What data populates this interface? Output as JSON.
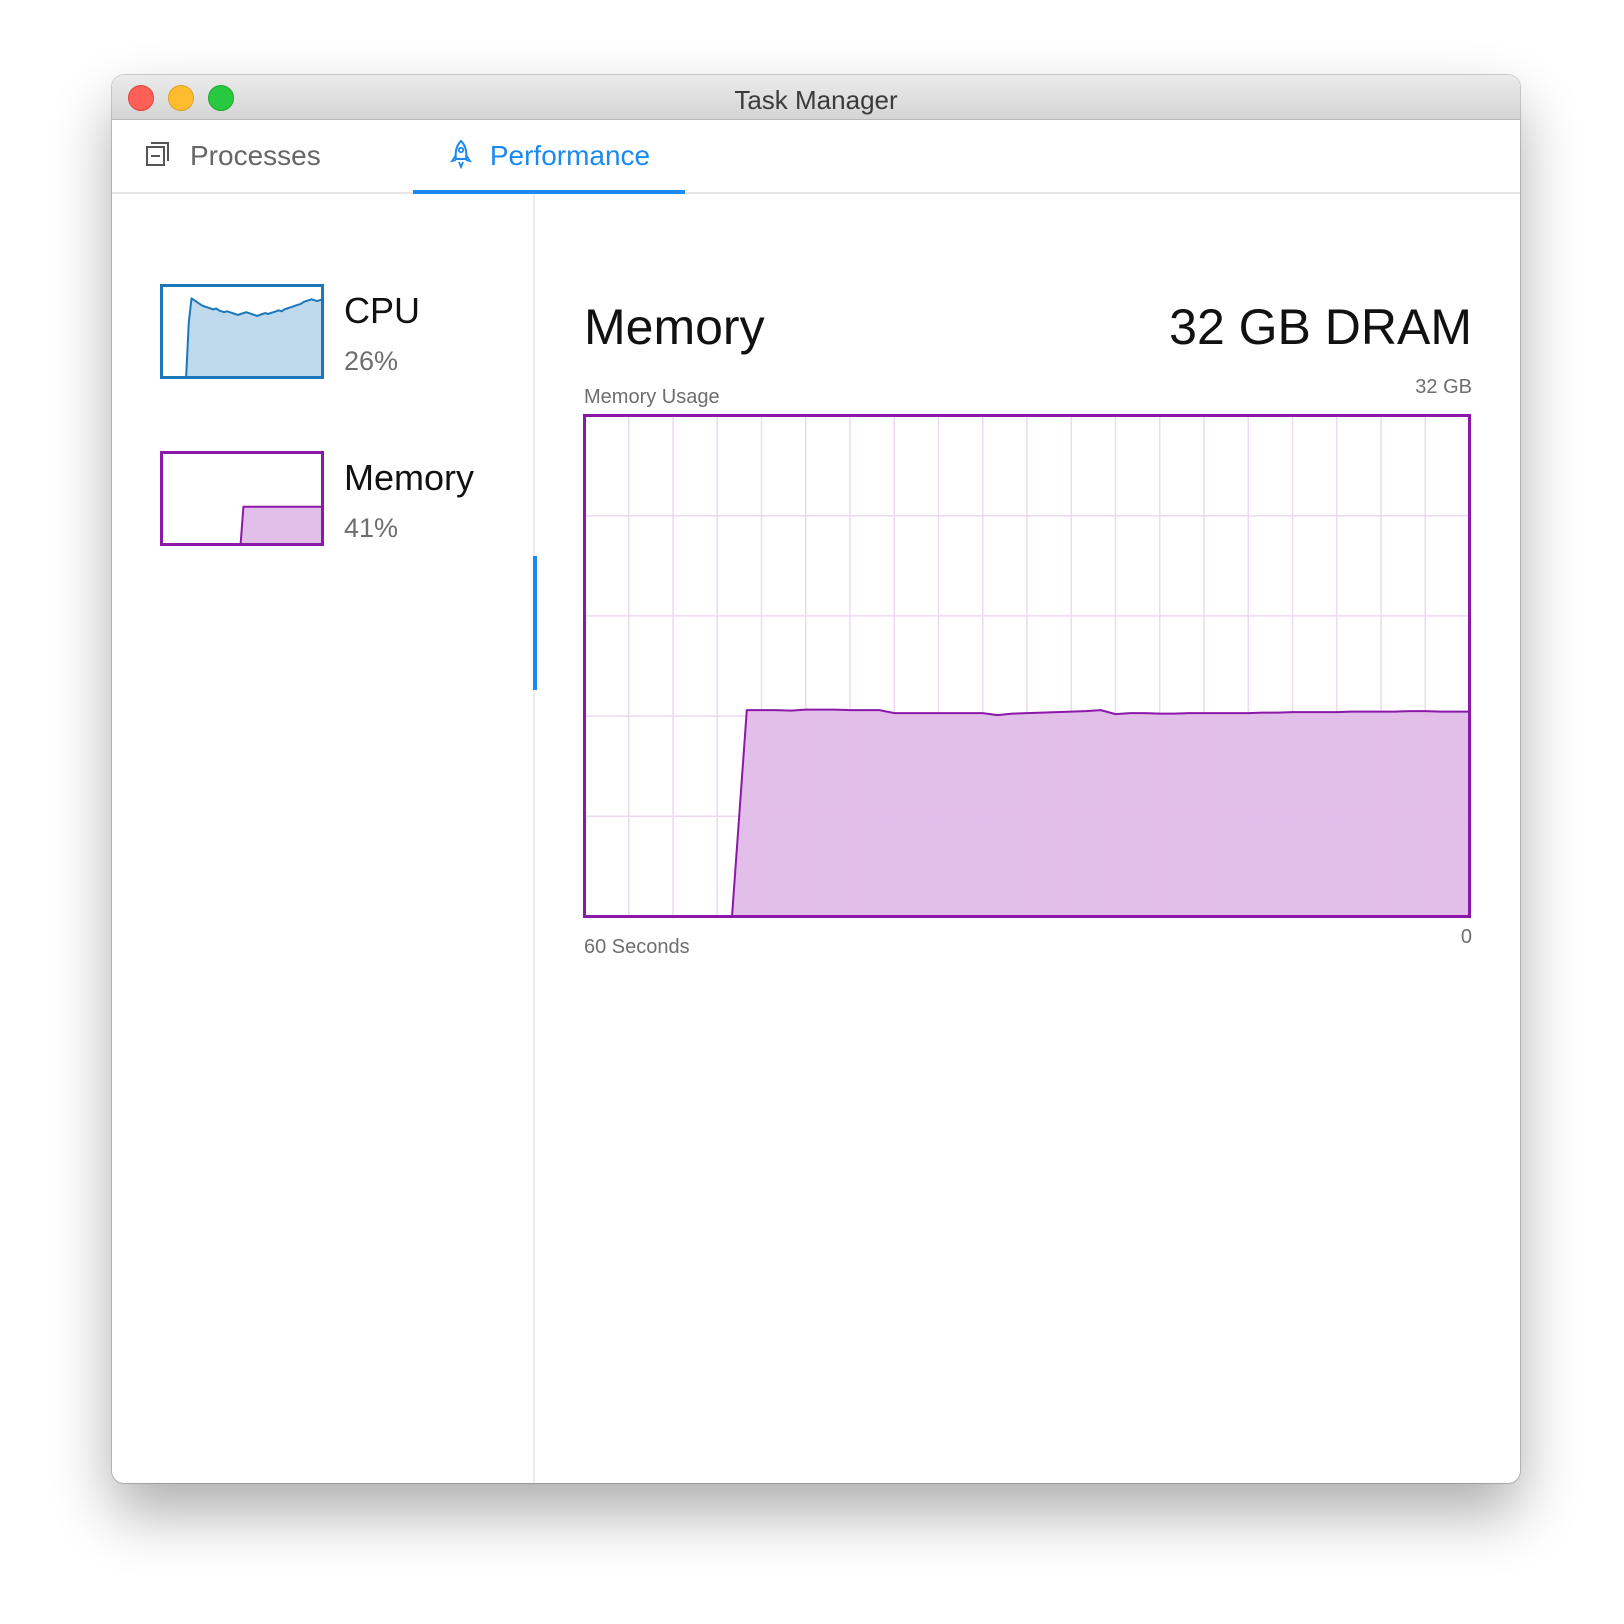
{
  "window": {
    "title": "Task Manager"
  },
  "tabs": [
    {
      "label": "Processes",
      "icon": "processes-icon",
      "active": false
    },
    {
      "label": "Performance",
      "icon": "rocket-icon",
      "active": true
    }
  ],
  "colors": {
    "accent": "#1a8af0",
    "cpu": "#1b77b8",
    "cpu_fill": "#bcd8ec",
    "memory": "#8b18a8",
    "memory_fill": "#e0bce8",
    "grid": "#edd9f2"
  },
  "sidebar": {
    "items": [
      {
        "name": "CPU",
        "value": "26%",
        "selected": false
      },
      {
        "name": "Memory",
        "value": "41%",
        "selected": true
      }
    ]
  },
  "detail": {
    "title": "Memory",
    "spec": "32 GB DRAM",
    "usage_label": "Memory Usage",
    "max_label": "32 GB",
    "time_label": "60 Seconds",
    "zero_label": "0"
  },
  "chart_data": [
    {
      "type": "area",
      "series": [
        {
          "values": [
            0,
            0,
            0,
            0,
            0,
            0,
            0,
            0,
            0,
            0,
            60,
            86,
            84,
            82,
            80,
            78,
            77,
            76,
            75,
            74,
            75,
            73,
            72,
            71,
            72,
            71,
            70,
            69,
            68,
            69,
            70,
            71,
            70,
            69,
            68,
            67,
            68,
            69,
            70,
            69,
            70,
            71,
            72,
            73,
            72,
            74,
            75,
            76,
            77,
            78,
            79,
            80,
            82,
            83,
            84,
            85,
            84,
            83,
            84,
            85
          ]
        }
      ],
      "ylim": [
        0,
        100
      ]
    },
    {
      "type": "area",
      "series": [
        {
          "values": [
            0,
            0,
            0,
            0,
            0,
            0,
            0,
            0,
            0,
            0,
            0,
            0,
            0,
            0,
            0,
            0,
            0,
            0,
            0,
            0,
            0,
            0,
            0,
            0,
            0,
            0,
            0,
            0,
            0,
            0,
            41,
            41,
            41,
            41,
            41,
            41,
            41,
            41,
            41,
            41,
            41,
            41,
            41,
            41,
            41,
            41,
            41,
            41,
            41,
            41,
            41,
            41,
            41,
            41,
            41,
            41,
            41,
            41,
            41,
            41
          ]
        }
      ],
      "ylim": [
        0,
        100
      ]
    },
    {
      "type": "area",
      "x": [
        0,
        1,
        2,
        3,
        4,
        5,
        6,
        7,
        8,
        9,
        10,
        11,
        12,
        13,
        14,
        15,
        16,
        17,
        18,
        19,
        20,
        21,
        22,
        23,
        24,
        25,
        26,
        27,
        28,
        29,
        30,
        31,
        32,
        33,
        34,
        35,
        36,
        37,
        38,
        39,
        40,
        41,
        42,
        43,
        44,
        45,
        46,
        47,
        48,
        49,
        50,
        51,
        52,
        53,
        54,
        55,
        56,
        57,
        58,
        59,
        60
      ],
      "series": [
        {
          "name": "Memory Usage",
          "values": [
            0,
            0,
            0,
            0,
            0,
            0,
            0,
            0,
            0,
            0,
            0,
            41.2,
            41.2,
            41.2,
            41.1,
            41.3,
            41.3,
            41.3,
            41.2,
            41.2,
            41.2,
            40.6,
            40.6,
            40.6,
            40.6,
            40.6,
            40.6,
            40.6,
            40.2,
            40.5,
            40.6,
            40.7,
            40.8,
            40.9,
            41.0,
            41.2,
            40.4,
            40.6,
            40.6,
            40.5,
            40.5,
            40.6,
            40.6,
            40.6,
            40.6,
            40.6,
            40.7,
            40.7,
            40.8,
            40.8,
            40.8,
            40.8,
            40.9,
            40.9,
            40.9,
            40.9,
            41.0,
            41.0,
            40.9,
            40.9,
            40.9
          ]
        }
      ],
      "ylim": [
        0,
        100
      ],
      "xlabel": "60 Seconds",
      "ylabel": "Memory Usage"
    }
  ]
}
